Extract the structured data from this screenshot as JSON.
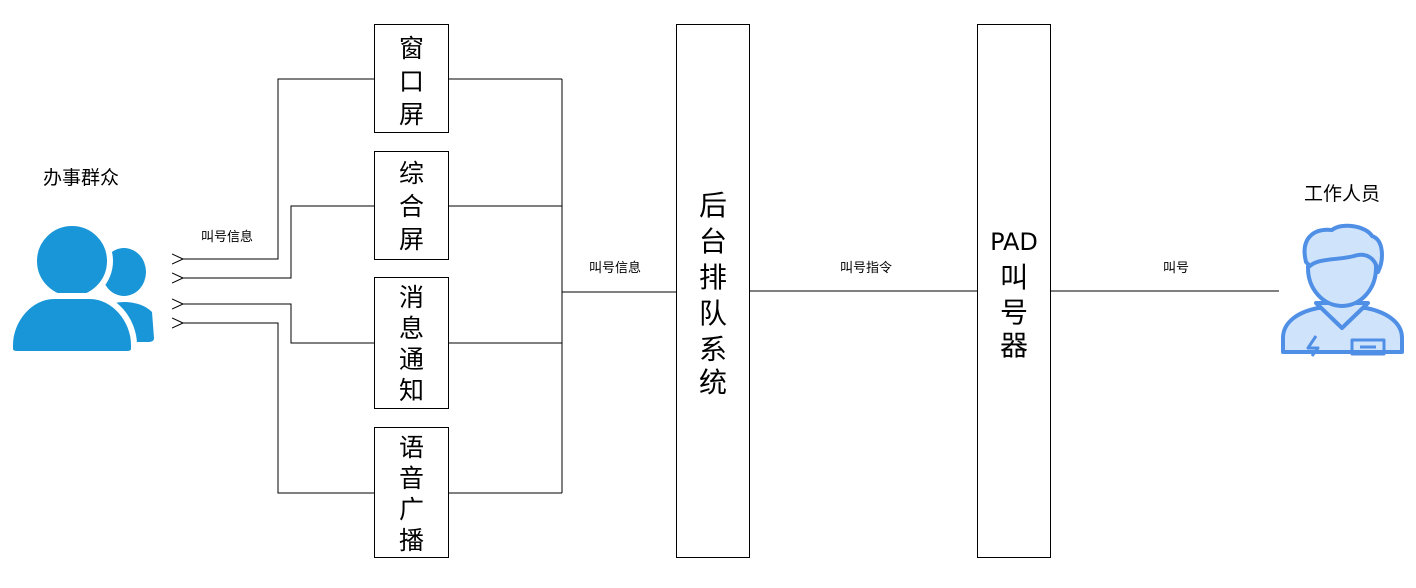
{
  "actors": {
    "public": {
      "label": "办事群众",
      "icon": "user-group-icon",
      "color": "#1996d8"
    },
    "staff": {
      "label": "工作人员",
      "icon": "staff-person-icon",
      "color": "#4f8fe6",
      "fill": "#cfe3fb"
    }
  },
  "outputs": [
    {
      "id": "window-screen",
      "chars": [
        "窗",
        "口",
        "屏"
      ]
    },
    {
      "id": "combined-screen",
      "chars": [
        "综",
        "合",
        "屏"
      ]
    },
    {
      "id": "message-notice",
      "chars": [
        "消",
        "息",
        "通",
        "知"
      ]
    },
    {
      "id": "voice-broadcast",
      "chars": [
        "语",
        "音",
        "广",
        "播"
      ]
    }
  ],
  "backend": {
    "chars": [
      "后",
      "台",
      "排",
      "队",
      "系",
      "统"
    ]
  },
  "pad": {
    "title": "PAD",
    "chars": [
      "叫",
      "号",
      "器"
    ]
  },
  "edges": {
    "call_info_to_public": "叫号信息",
    "call_info_from_backend": "叫号信息",
    "call_command": "叫号指令",
    "call": "叫号"
  }
}
